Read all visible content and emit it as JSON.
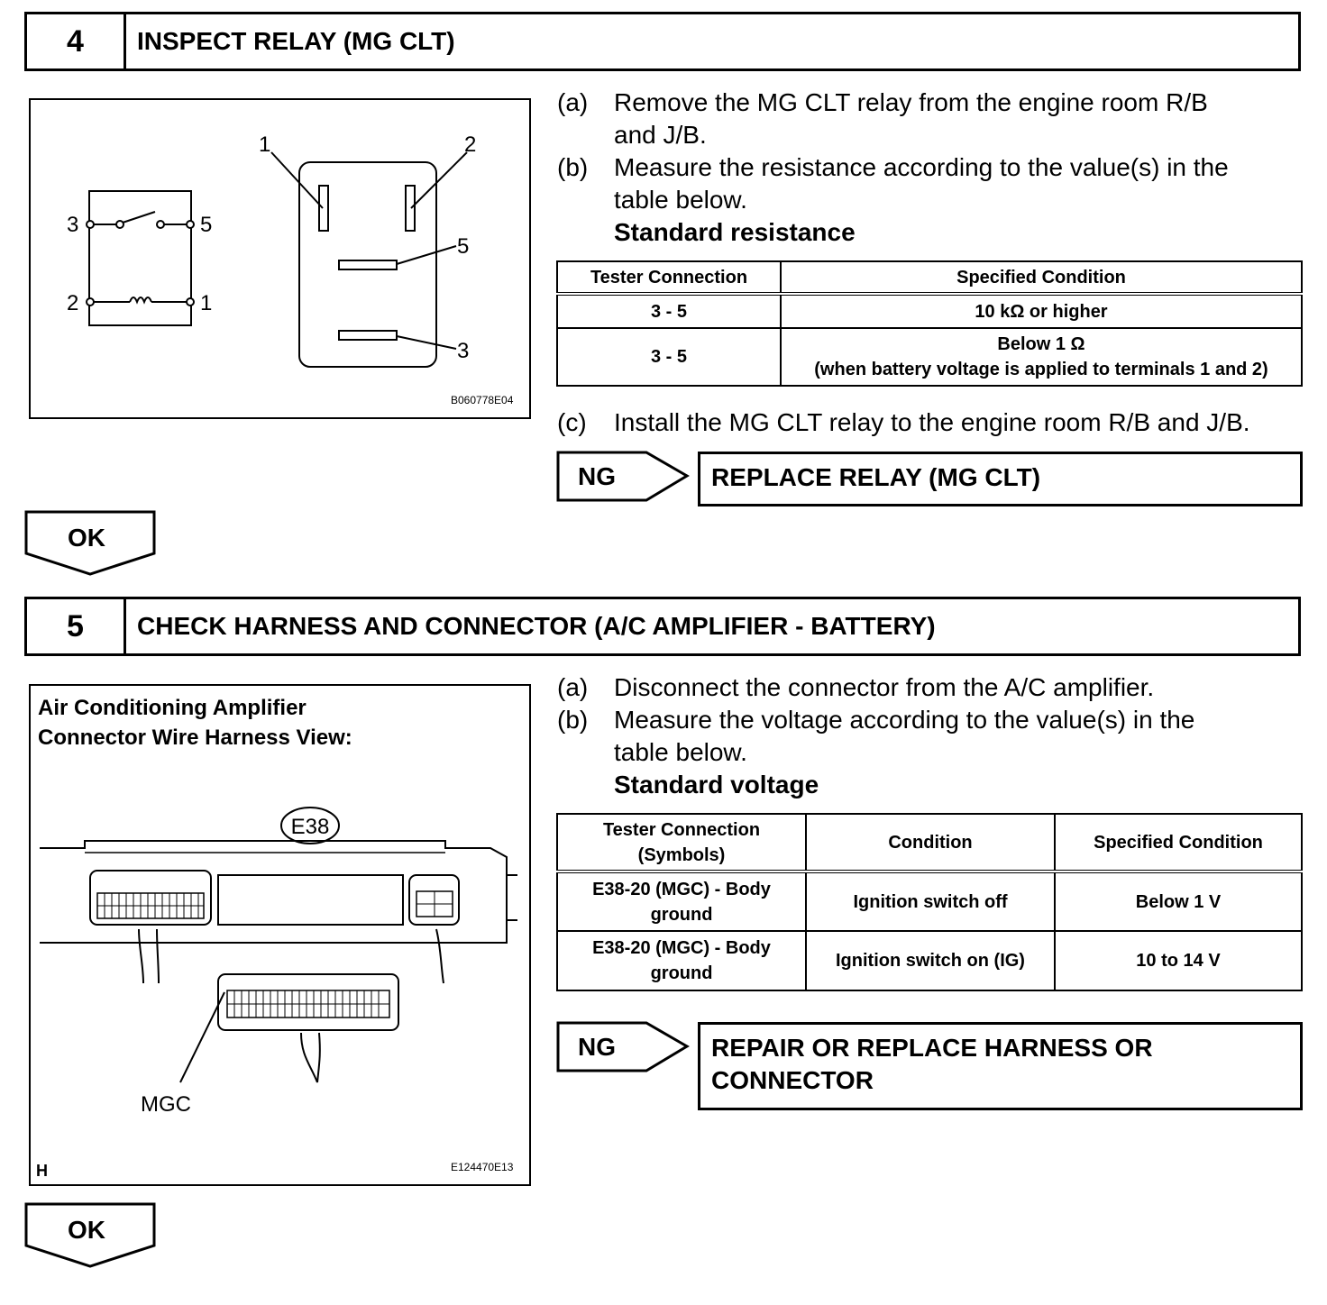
{
  "step4": {
    "number": "4",
    "title": "INSPECT RELAY (MG CLT)",
    "figure": {
      "code": "B060778E04",
      "terminals": [
        "1",
        "2",
        "3",
        "5"
      ],
      "schematic_terminals": [
        "3",
        "5",
        "2",
        "1"
      ]
    },
    "steps": [
      {
        "label": "(a)",
        "lines": [
          "Remove the MG CLT relay from the engine room R/B",
          "and J/B."
        ]
      },
      {
        "label": "(b)",
        "lines": [
          "Measure the resistance according to the value(s) in the",
          "table below."
        ]
      }
    ],
    "standard_label": "Standard resistance",
    "table": {
      "headers": [
        "Tester Connection",
        "Specified Condition"
      ],
      "rows": [
        {
          "connection": "3 - 5",
          "condition": "10 kΩ or higher"
        },
        {
          "connection": "3 - 5",
          "condition_line1": "Below 1 Ω",
          "condition_line2": "(when battery voltage is applied to terminals 1 and 2)"
        }
      ]
    },
    "step_c": {
      "label": "(c)",
      "text": "Install the MG CLT relay to the engine room R/B and J/B."
    },
    "ng_label": "NG",
    "ng_action": "REPLACE RELAY (MG CLT)",
    "ok_label": "OK"
  },
  "step5": {
    "number": "5",
    "title": "CHECK HARNESS AND CONNECTOR (A/C AMPLIFIER - BATTERY)",
    "figure": {
      "title_line1": "Air Conditioning Amplifier",
      "title_line2": "Connector Wire Harness View:",
      "connector": "E38",
      "pin_label": "MGC",
      "corner": "H",
      "code": "E124470E13"
    },
    "steps": [
      {
        "label": "(a)",
        "lines": [
          "Disconnect the connector from the A/C amplifier."
        ]
      },
      {
        "label": "(b)",
        "lines": [
          "Measure the voltage according to the value(s) in the",
          "table below."
        ]
      }
    ],
    "standard_label": "Standard voltage",
    "table": {
      "headers": [
        "Tester Connection",
        "(Symbols)",
        "Condition",
        "Specified Condition"
      ],
      "rows": [
        {
          "connection_line1": "E38-20 (MGC) - Body",
          "connection_line2": "ground",
          "condition": "Ignition switch off",
          "spec": "Below 1 V"
        },
        {
          "connection_line1": "E38-20 (MGC) - Body",
          "connection_line2": "ground",
          "condition": "Ignition switch on (IG)",
          "spec": "10 to 14 V"
        }
      ]
    },
    "ng_label": "NG",
    "ng_action_line1": "REPAIR OR REPLACE HARNESS OR",
    "ng_action_line2": "CONNECTOR",
    "ok_label": "OK"
  }
}
